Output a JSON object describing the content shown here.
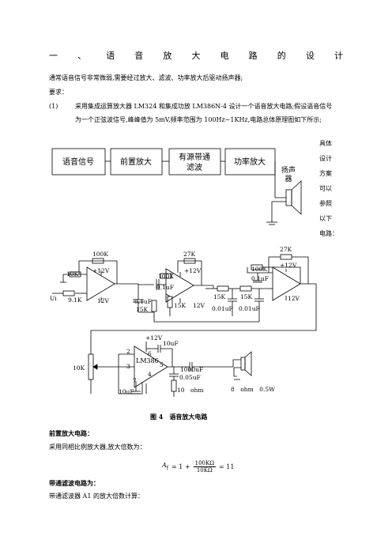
{
  "title_chars": [
    "一",
    "、",
    "语",
    "音",
    "放",
    "大",
    "电",
    "路",
    "的",
    "设",
    "计"
  ],
  "intro": "通常语音信号非常微弱,需要经过放大、滤波、功率放大后驱动扬声器;",
  "req_label": "要求：",
  "item1_num": "(1)",
  "item1_line1": "采用集成运算放大器 LM324 和集成功放 LM386N-4 设计一个语音放大电路;假设语音信号",
  "item1_line2": "为一个正弦波信号,峰峰值为 5mV,频率范围为 100Hz~1KHz,电路总体原理图如下所示;",
  "side_note": [
    "具体",
    "设计",
    "方案",
    "可以",
    "参照",
    "以下",
    "电路："
  ],
  "block": {
    "b1": "语音信号",
    "b2": "前置放大",
    "b3a": "有源带通",
    "b3b": "滤波",
    "b4": "功率放大",
    "speaker1": "扬声",
    "speaker2": "器"
  },
  "circuit": {
    "r100k_a": "100K",
    "r10k_a": "10K",
    "v12_a": "+12V",
    "ui": "Ui",
    "r9_1k": "9.1K",
    "v12_a_neg": "12V",
    "c01_a": "0.1uF",
    "r15k_a": "15K",
    "r100k_b": "100K",
    "c01_b": "0.1uF",
    "r27k_a": "27K",
    "v12_b": "+12V",
    "r15k_b": "15K",
    "v12_b_neg": "12V",
    "r15k_c": "15K",
    "r15k_d": "15K",
    "c001_a": "0.01uF",
    "c001_b": "0.01uF",
    "r100k_c": "100K",
    "c01_c": "0.1uF",
    "r27k_b": "27K",
    "v12_c": "+12V",
    "v12_c_neg": "12V",
    "pot10k": "10K",
    "v12_d": "+12V",
    "c10u_a": "10uF",
    "chip": "LM386",
    "pin2": "2",
    "pin3": "3",
    "pin6": "6",
    "pin5": "5",
    "pin4": "4",
    "pin7": "7",
    "c10u_b": "10uF",
    "c1000u": "1000uF",
    "c005": "0.05uF",
    "r10ohm": "10　ohm",
    "spk": "8　ohm　0.5W"
  },
  "fig_caption": "图 4　语音放大电路",
  "pre_heading": "前置放大电路：",
  "pre_text": "采用同相比例放大器,放大倍数为：",
  "formula": {
    "lhs": "A",
    "sub": "f",
    "eq": "= 1 +",
    "num": "100KΩ",
    "den": "10KΩ",
    "res": "= 11"
  },
  "bp_heading": "带通滤波电路为：",
  "bp_text": "带通滤波器 A1 的放大倍数计算："
}
